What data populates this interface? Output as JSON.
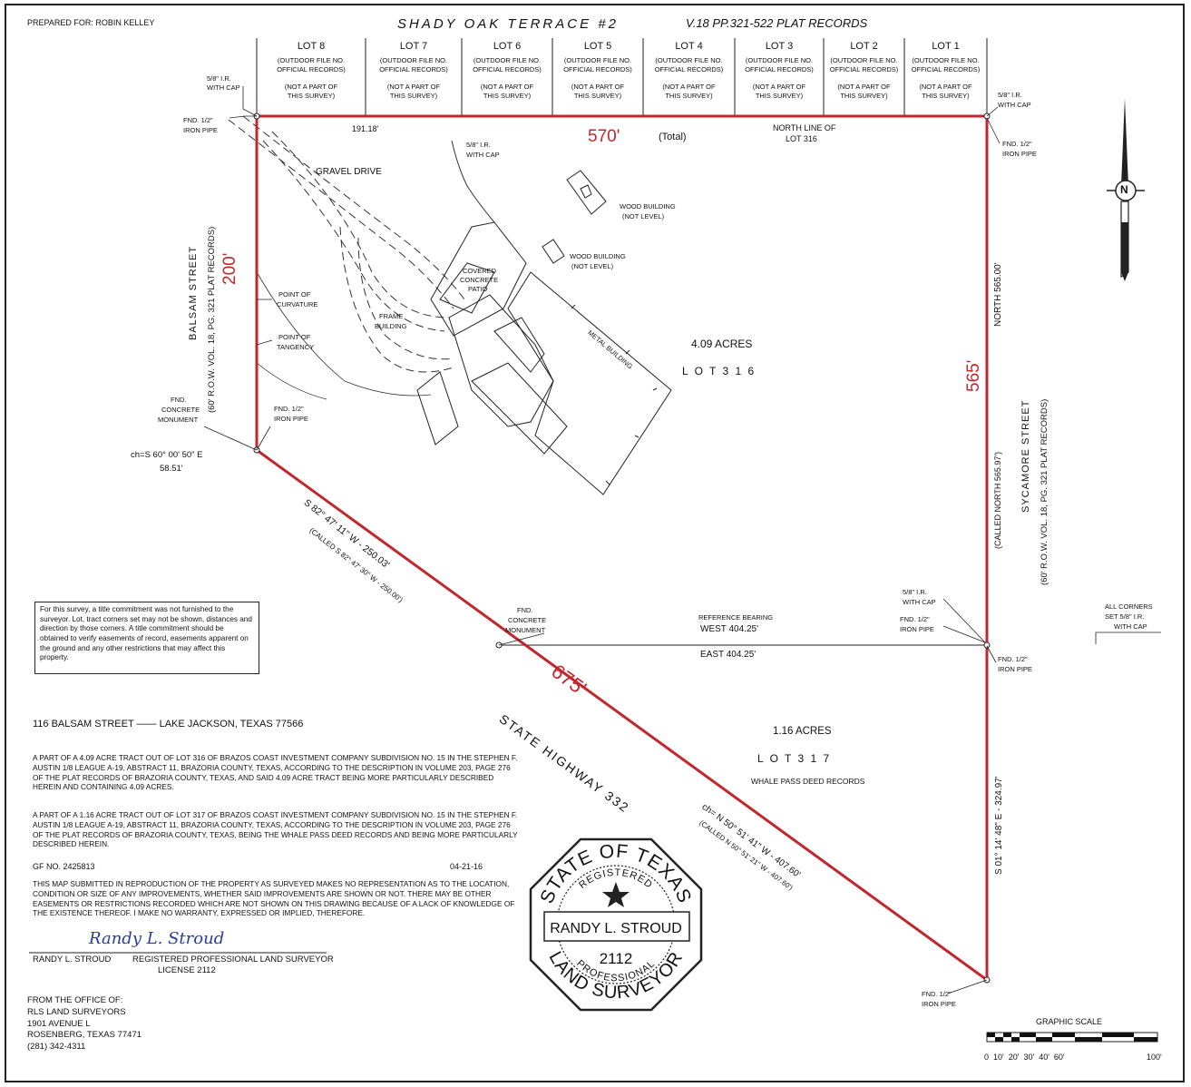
{
  "prepared_for": "PREPARED FOR: ROBIN KELLEY",
  "title": "SHADY OAK TERRACE #2",
  "plat_ref": "V.18 PP.321-522 PLAT RECORDS",
  "lots": [
    {
      "name": "LOT 8",
      "l1": "(OUTDOOR FILE NO.",
      "l2": "OFFICIAL RECORDS)",
      "l3": "(NOT A PART OF",
      "l4": "THIS SURVEY)"
    },
    {
      "name": "LOT 7",
      "l1": "(OUTDOOR FILE NO.",
      "l2": "OFFICIAL RECORDS)",
      "l3": "(NOT A PART OF",
      "l4": "THIS SURVEY)"
    },
    {
      "name": "LOT 6",
      "l1": "(OUTDOOR FILE NO.",
      "l2": "OFFICIAL RECORDS)",
      "l3": "(NOT A PART OF",
      "l4": "THIS SURVEY)"
    },
    {
      "name": "LOT 5",
      "l1": "(OUTDOOR FILE NO.",
      "l2": "OFFICIAL RECORDS)",
      "l3": "(NOT A PART OF",
      "l4": "THIS SURVEY)"
    },
    {
      "name": "LOT 4",
      "l1": "(OUTDOOR FILE NO.",
      "l2": "OFFICIAL RECORDS)",
      "l3": "(NOT A PART OF",
      "l4": "THIS SURVEY)"
    },
    {
      "name": "LOT 3",
      "l1": "(OUTDOOR FILE NO.",
      "l2": "OFFICIAL RECORDS)",
      "l3": "(NOT A PART OF",
      "l4": "THIS SURVEY)"
    },
    {
      "name": "LOT 2",
      "l1": "(OUTDOOR FILE NO.",
      "l2": "OFFICIAL RECORDS)",
      "l3": "(NOT A PART OF",
      "l4": "THIS SURVEY)"
    },
    {
      "name": "LOT 1",
      "l1": "(OUTDOOR FILE NO.",
      "l2": "OFFICIAL RECORDS)",
      "l3": "(NOT A PART OF",
      "l4": "THIS SURVEY)"
    }
  ],
  "dims": {
    "north": "570'",
    "total": "(Total)",
    "west": "200'",
    "east": "565'",
    "south": "675'",
    "north_segment": "191.18'",
    "north_line_1": "NORTH LINE OF",
    "north_line_2": "LOT 316"
  },
  "corners": {
    "ir_nw_1": "5/8\" I.R.",
    "ir_nw_2": "WITH CAP",
    "fnd_nw_1": "FND. 1/2\"",
    "fnd_nw_2": "IRON PIPE",
    "ir_ne_1": "5/8\" I.R.",
    "ir_ne_2": "WITH CAP",
    "fnd_ne_1": "FND. 1/2\"",
    "fnd_ne_2": "IRON PIPE",
    "ir_mid_1": "5/8\" I.R.",
    "ir_mid_2": "WITH CAP",
    "ir_e_1": "5/8\" I.R.",
    "ir_e_2": "WITH CAP",
    "fnd_e1_1": "FND. 1/2\"",
    "fnd_e1_2": "IRON PIPE",
    "fnd_e2_1": "FND. 1/2\"",
    "fnd_e2_2": "IRON PIPE",
    "fnd_sw_1": "FND. 1/2\"",
    "fnd_sw_2": "IRON PIPE",
    "fnd_se_1": "FND. 1/2\"",
    "fnd_se_2": "IRON PIPE",
    "mon_w_1": "FND.",
    "mon_w_2": "CONCRETE",
    "mon_w_3": "MONUMENT",
    "mon_s_1": "FND.",
    "mon_s_2": "CONCRETE",
    "mon_s_3": "MONUMENT",
    "all_corners_1": "ALL CORNERS",
    "all_corners_2": "SET 5/8\" I.R.",
    "all_corners_3": "WITH CAP"
  },
  "curve": {
    "poc_1": "POINT OF",
    "poc_2": "CURVATURE",
    "pot_1": "POINT OF",
    "pot_2": "TANGENCY",
    "chord": "ch=S 60° 00' 50\" E",
    "chord_len": "58.51'"
  },
  "streets": {
    "balsam": "BALSAM STREET",
    "balsam_row": "(60' R.O.W. VOL. 18, PG. 321 PLAT RECORDS)",
    "sycamore": "SYCAMORE STREET",
    "sycamore_row": "(60' R.O.W. VOL. 18, PG. 321 PLAT RECORDS)",
    "highway": "STATE HIGHWAY 332"
  },
  "bearings": {
    "sw": "S 82° 47' 11\" W - 250.03'",
    "sw_called": "(CALLED S 82° 47' 30\" W - 250.00')",
    "east": "NORTH 565.00'",
    "east_called": "(CALLED NORTH 565.97')",
    "se_chord": "ch= N 50° 51' 41\" W - 407.60'",
    "se_called": "(CALLED N 50° 51' 21\" W - 407.60')",
    "lot317_east": "S 01° 14' 48\" E - 324.97'",
    "ref_bearing": "REFERENCE BEARING",
    "ref_west": "WEST   404.25'",
    "ref_east": "EAST   404.25'"
  },
  "features": {
    "gravel": "GRAVEL DRIVE",
    "frame_1": "FRAME",
    "frame_2": "BUILDING",
    "patio_1": "COVERED",
    "patio_2": "CONCRETE",
    "patio_3": "PATIO",
    "metal": "METAL BUILDING",
    "wood1_1": "WOOD BUILDING",
    "wood1_2": "(NOT LEVEL)",
    "wood2_1": "WOOD BUILDING",
    "wood2_2": "(NOT LEVEL)",
    "ir_drive_1": "5/8\" I.R.",
    "ir_drive_2": "WITH CAP"
  },
  "lot316": {
    "acres": "4.09 ACRES",
    "name": "L O T   3 1 6"
  },
  "lot317": {
    "acres": "1.16 ACRES",
    "name": "L O T   3 1 7",
    "deed": "WHALE PASS DEED RECORDS"
  },
  "note": "For this survey, a title commitment was not furnished to the surveyor. Lot, tract corners set may not be shown, distances and direction by those corners. A title commitment should be obtained to verify easements of record, easements apparent on the ground and any other restrictions that may affect this property.",
  "address": "116 BALSAM STREET —— LAKE JACKSON, TEXAS 77566",
  "desc1": "A PART OF A 4.09 ACRE TRACT OUT OF LOT 316 OF BRAZOS COAST INVESTMENT COMPANY SUBDIVISION NO. 15 IN THE STEPHEN F. AUSTIN 1/8 LEAGUE A-19, ABSTRACT 11, BRAZORIA COUNTY, TEXAS, ACCORDING TO THE DESCRIPTION IN VOLUME 203, PAGE 276 OF THE PLAT RECORDS OF BRAZORIA COUNTY, TEXAS, AND SAID 4.09 ACRE TRACT BEING MORE PARTICULARLY DESCRIBED HEREIN AND CONTAINING 4.09 ACRES.",
  "desc2": "A PART OF A 1.16 ACRE TRACT OUT OF LOT 317 OF BRAZOS COAST INVESTMENT COMPANY SUBDIVISION NO. 15 IN THE STEPHEN F. AUSTIN 1/8 LEAGUE A-19, ABSTRACT 11, BRAZORIA COUNTY, TEXAS, ACCORDING TO THE DESCRIPTION IN VOLUME 203, PAGE 276 OF THE PLAT RECORDS OF BRAZORIA COUNTY, TEXAS, BEING THE WHALE PASS DEED RECORDS AND BEING MORE PARTICULARLY DESCRIBED HEREIN.",
  "gf": "GF NO. 2425813",
  "date": "04-21-16",
  "disclaimer": "THIS MAP SUBMITTED IN REPRODUCTION OF THE PROPERTY AS SURVEYED MAKES NO REPRESENTATION AS TO THE LOCATION, CONDITION OR SIZE OF ANY IMPROVEMENTS, WHETHER SAID IMPROVEMENTS ARE SHOWN OR NOT. THERE MAY BE OTHER EASEMENTS OR RESTRICTIONS RECORDED WHICH ARE NOT SHOWN ON THIS DRAWING BECAUSE OF A LACK OF KNOWLEDGE OF THE EXISTENCE THEREOF. I MAKE NO WARRANTY, EXPRESSED OR IMPLIED, THEREFORE.",
  "signature": "Randy L. Stroud",
  "surveyor": "RANDY L. STROUD",
  "surveyor_title": "REGISTERED PROFESSIONAL LAND SURVEYOR",
  "license": "LICENSE 2112",
  "office": [
    "FROM THE OFFICE OF:",
    "RLS LAND SURVEYORS",
    "1901 AVENUE L",
    "ROSENBERG, TEXAS 77471",
    "(281) 342-4311"
  ],
  "seal": {
    "state": "STATE OF TEXAS",
    "registered": "REGISTERED",
    "name": "RANDY L. STROUD",
    "number": "2112",
    "professional": "PROFESSIONAL",
    "land": "LAND SURVEYOR"
  },
  "compass": "N",
  "scale": {
    "title": "GRAPHIC SCALE",
    "labels": "0  10'  20'  30'  40'  60'",
    "end": "100'"
  },
  "colors": {
    "boundary": "#c1272d",
    "ink": "#111111"
  }
}
